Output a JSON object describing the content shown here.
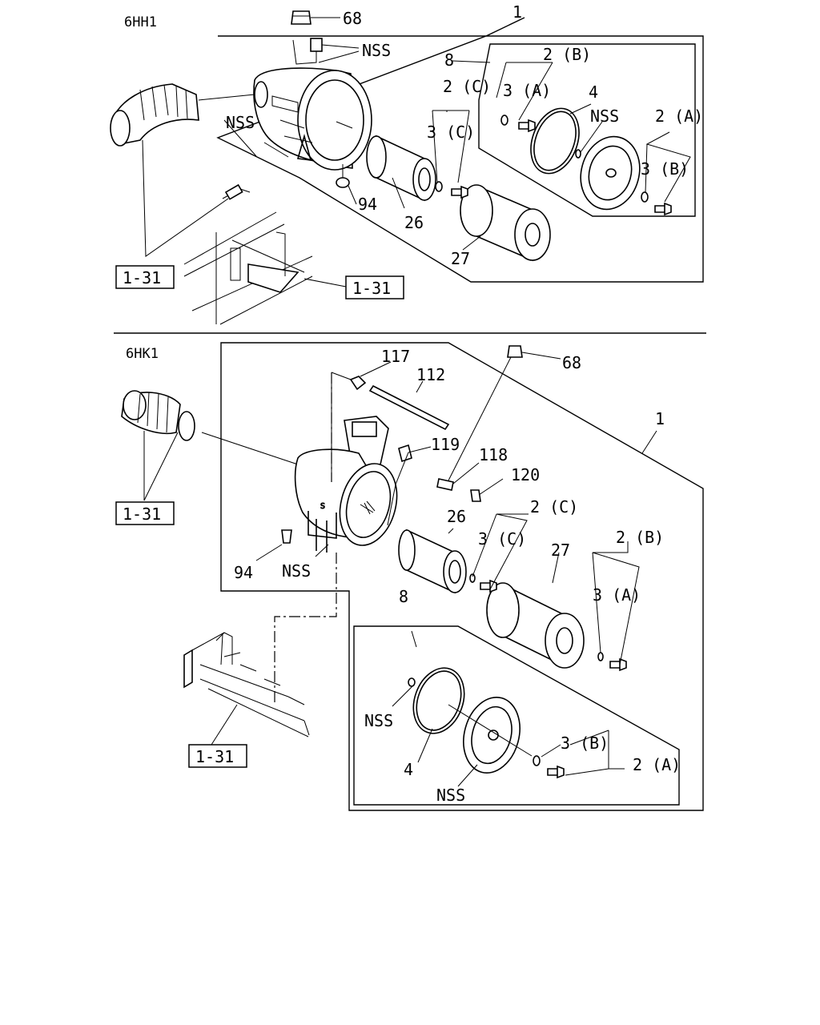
{
  "sections": [
    {
      "engine": "6HH1",
      "callouts": {
        "p1": "1",
        "p68": "68",
        "nss_top": "NSS",
        "nss_left": "NSS",
        "nss_mid": "NSS",
        "p8": "8",
        "p2b": "2 (B)",
        "p3a": "3 (A)",
        "p4": "4",
        "p2c": "2 (C)",
        "p3c": "3 (C)",
        "p2a": "2 (A)",
        "p3b": "3 (B)",
        "p94": "94",
        "p26": "26",
        "p27": "27"
      },
      "refs": [
        "1-31",
        "1-31"
      ]
    },
    {
      "engine": "6HK1",
      "callouts": {
        "p117": "117",
        "p112": "112",
        "p68": "68",
        "p1": "1",
        "p119": "119",
        "p118": "118",
        "p120": "120",
        "p26": "26",
        "p2c": "2 (C)",
        "p3c": "3 (C)",
        "p2b": "2 (B)",
        "p27": "27",
        "p3a": "3 (A)",
        "p94": "94",
        "nss_bottom": "NSS",
        "p8": "8",
        "nss_ring": "NSS",
        "p4": "4",
        "nss_cover": "NSS",
        "p3b": "3 (B)",
        "p2a": "2 (A)"
      },
      "refs": [
        "1-31",
        "1-31"
      ]
    }
  ]
}
